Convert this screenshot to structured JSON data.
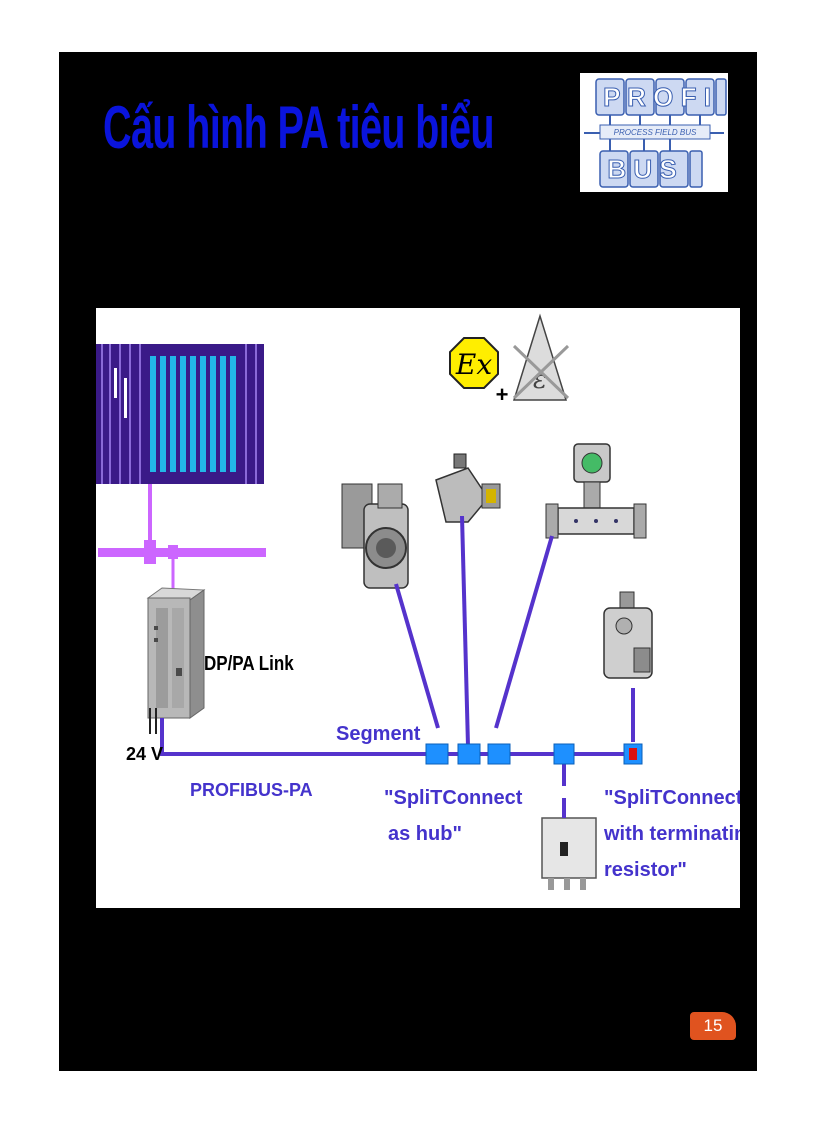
{
  "slide": {
    "title": "Cấu hình PA tiêu biểu",
    "page_number": "15",
    "logo": {
      "top_text": "P R O F I",
      "middle_text": "PROCESS FIELD BUS",
      "bottom_text": "B U S"
    }
  },
  "diagram": {
    "link_label": "DP/PA Link",
    "voltage_label": "24 V",
    "segment_label": "Segment",
    "bus_label": "PROFIBUS-PA",
    "hub_label_line1": "\"SpliTConnect",
    "hub_label_line2": "as hub\"",
    "term_label_line1": "\"SpliTConnect",
    "term_label_line2": "with terminating",
    "term_label_line3": "resistor\"",
    "ex_symbol": "Ex",
    "plus_symbol": "+"
  },
  "colors": {
    "title": "#0a14dc",
    "bus_line": "#5533cc",
    "connector": "#1e90ff",
    "profibus_dp": "#cc66ff",
    "page_badge": "#e0531f"
  },
  "icons": [
    "profibus-logo",
    "control-system-icon",
    "dp-pa-link-icon",
    "ex-hazard-icon",
    "ex-crossed-icon",
    "pump-actuator-icon",
    "pressure-transmitter-icon",
    "flowmeter-icon",
    "valve-actuator-icon",
    "junction-box-icon",
    "splitconnect-connector-icon",
    "terminator-icon"
  ]
}
